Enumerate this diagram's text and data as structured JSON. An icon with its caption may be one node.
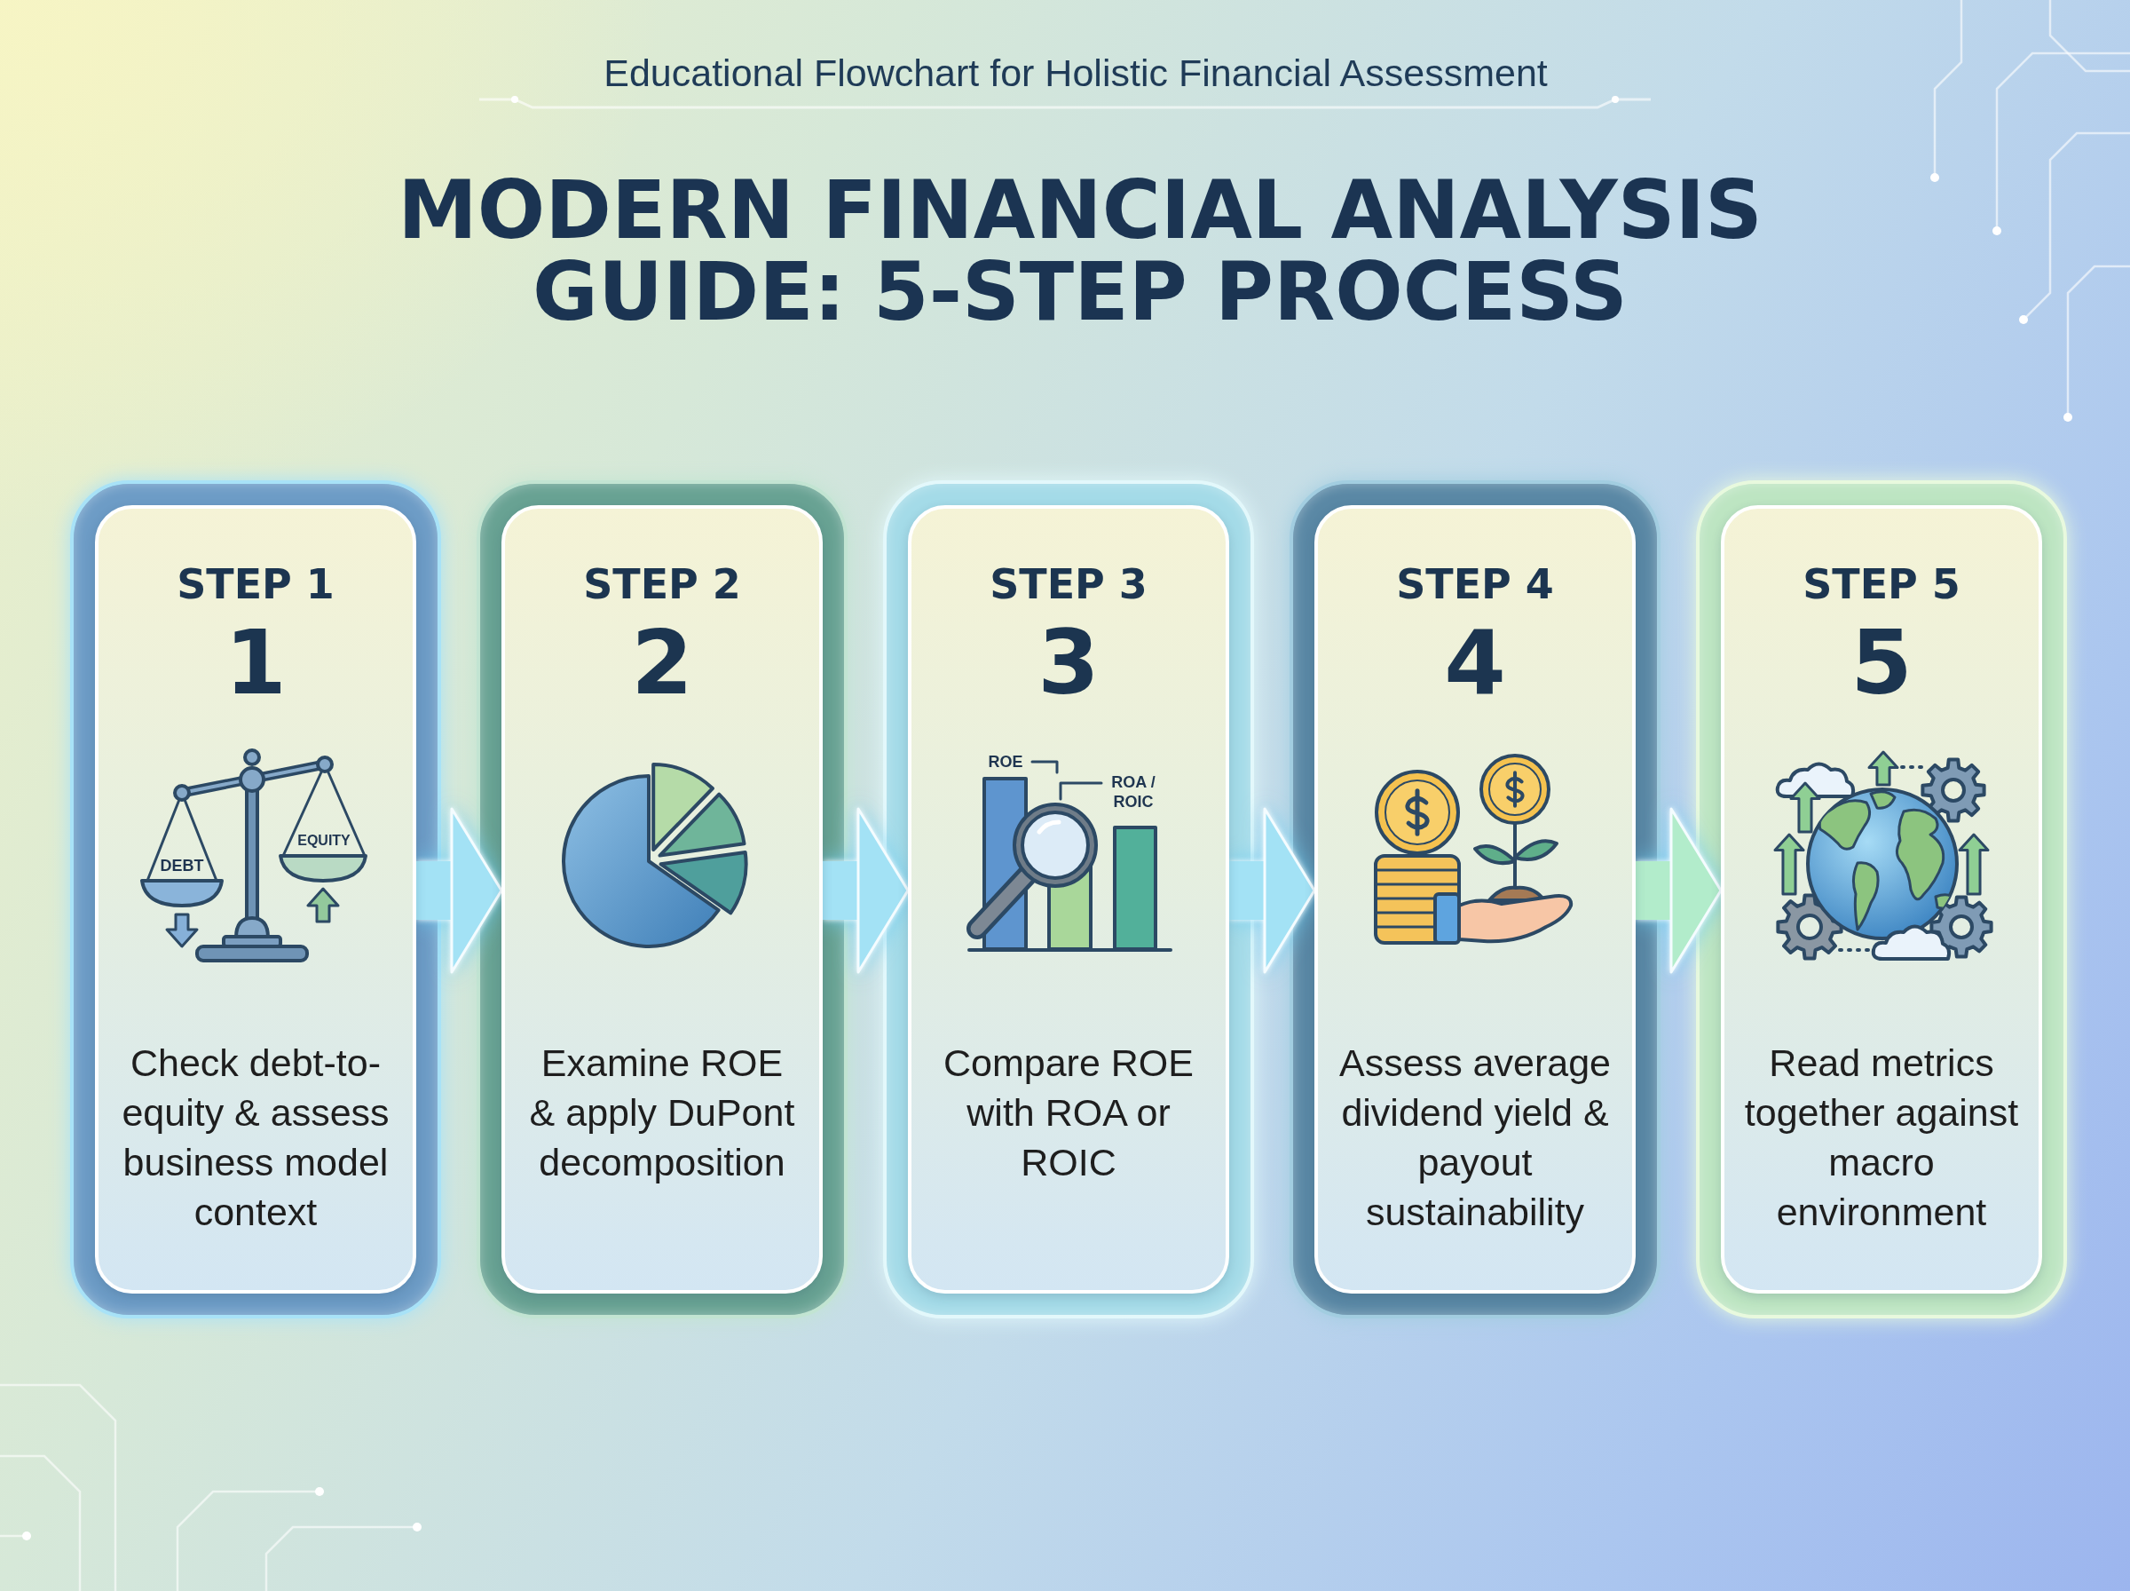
{
  "diagram": {
    "title": "MODERN FINANCIAL ANALYSIS GUIDE: 5-STEP PROCESS",
    "nodes": [
      {
        "text": [
          "STEP 1",
          "1",
          "Check debt-to-equity & assess business model context"
        ]
      },
      {
        "text": [
          "STEP 2",
          "2",
          "Examine ROE & apply DuPont decomposition"
        ]
      },
      {
        "text": [
          "STEP 3",
          "3",
          "Compare ROE with ROA or ROIC"
        ]
      },
      {
        "text": [
          "STEP 4",
          "4",
          "Assess average dividend yield & payout sustainability"
        ]
      },
      {
        "text": [
          "STEP 5",
          "5",
          "Read metrics together against macro environment"
        ]
      }
    ],
    "edges": [
      {
        "from": 0,
        "to": 1,
        "arrow": "to"
      },
      {
        "from": 1,
        "to": 2,
        "arrow": "to"
      },
      {
        "from": 2,
        "to": 3,
        "arrow": "to"
      },
      {
        "from": 3,
        "to": 4,
        "arrow": "to",
        "color": "#b2eccb"
      }
    ],
    "labels": [
      "Educational Flowchart for Holistic Financial Assessment",
      "DEBT",
      "EQUITY",
      "ROE",
      "ROA / ROIC"
    ]
  }
}
